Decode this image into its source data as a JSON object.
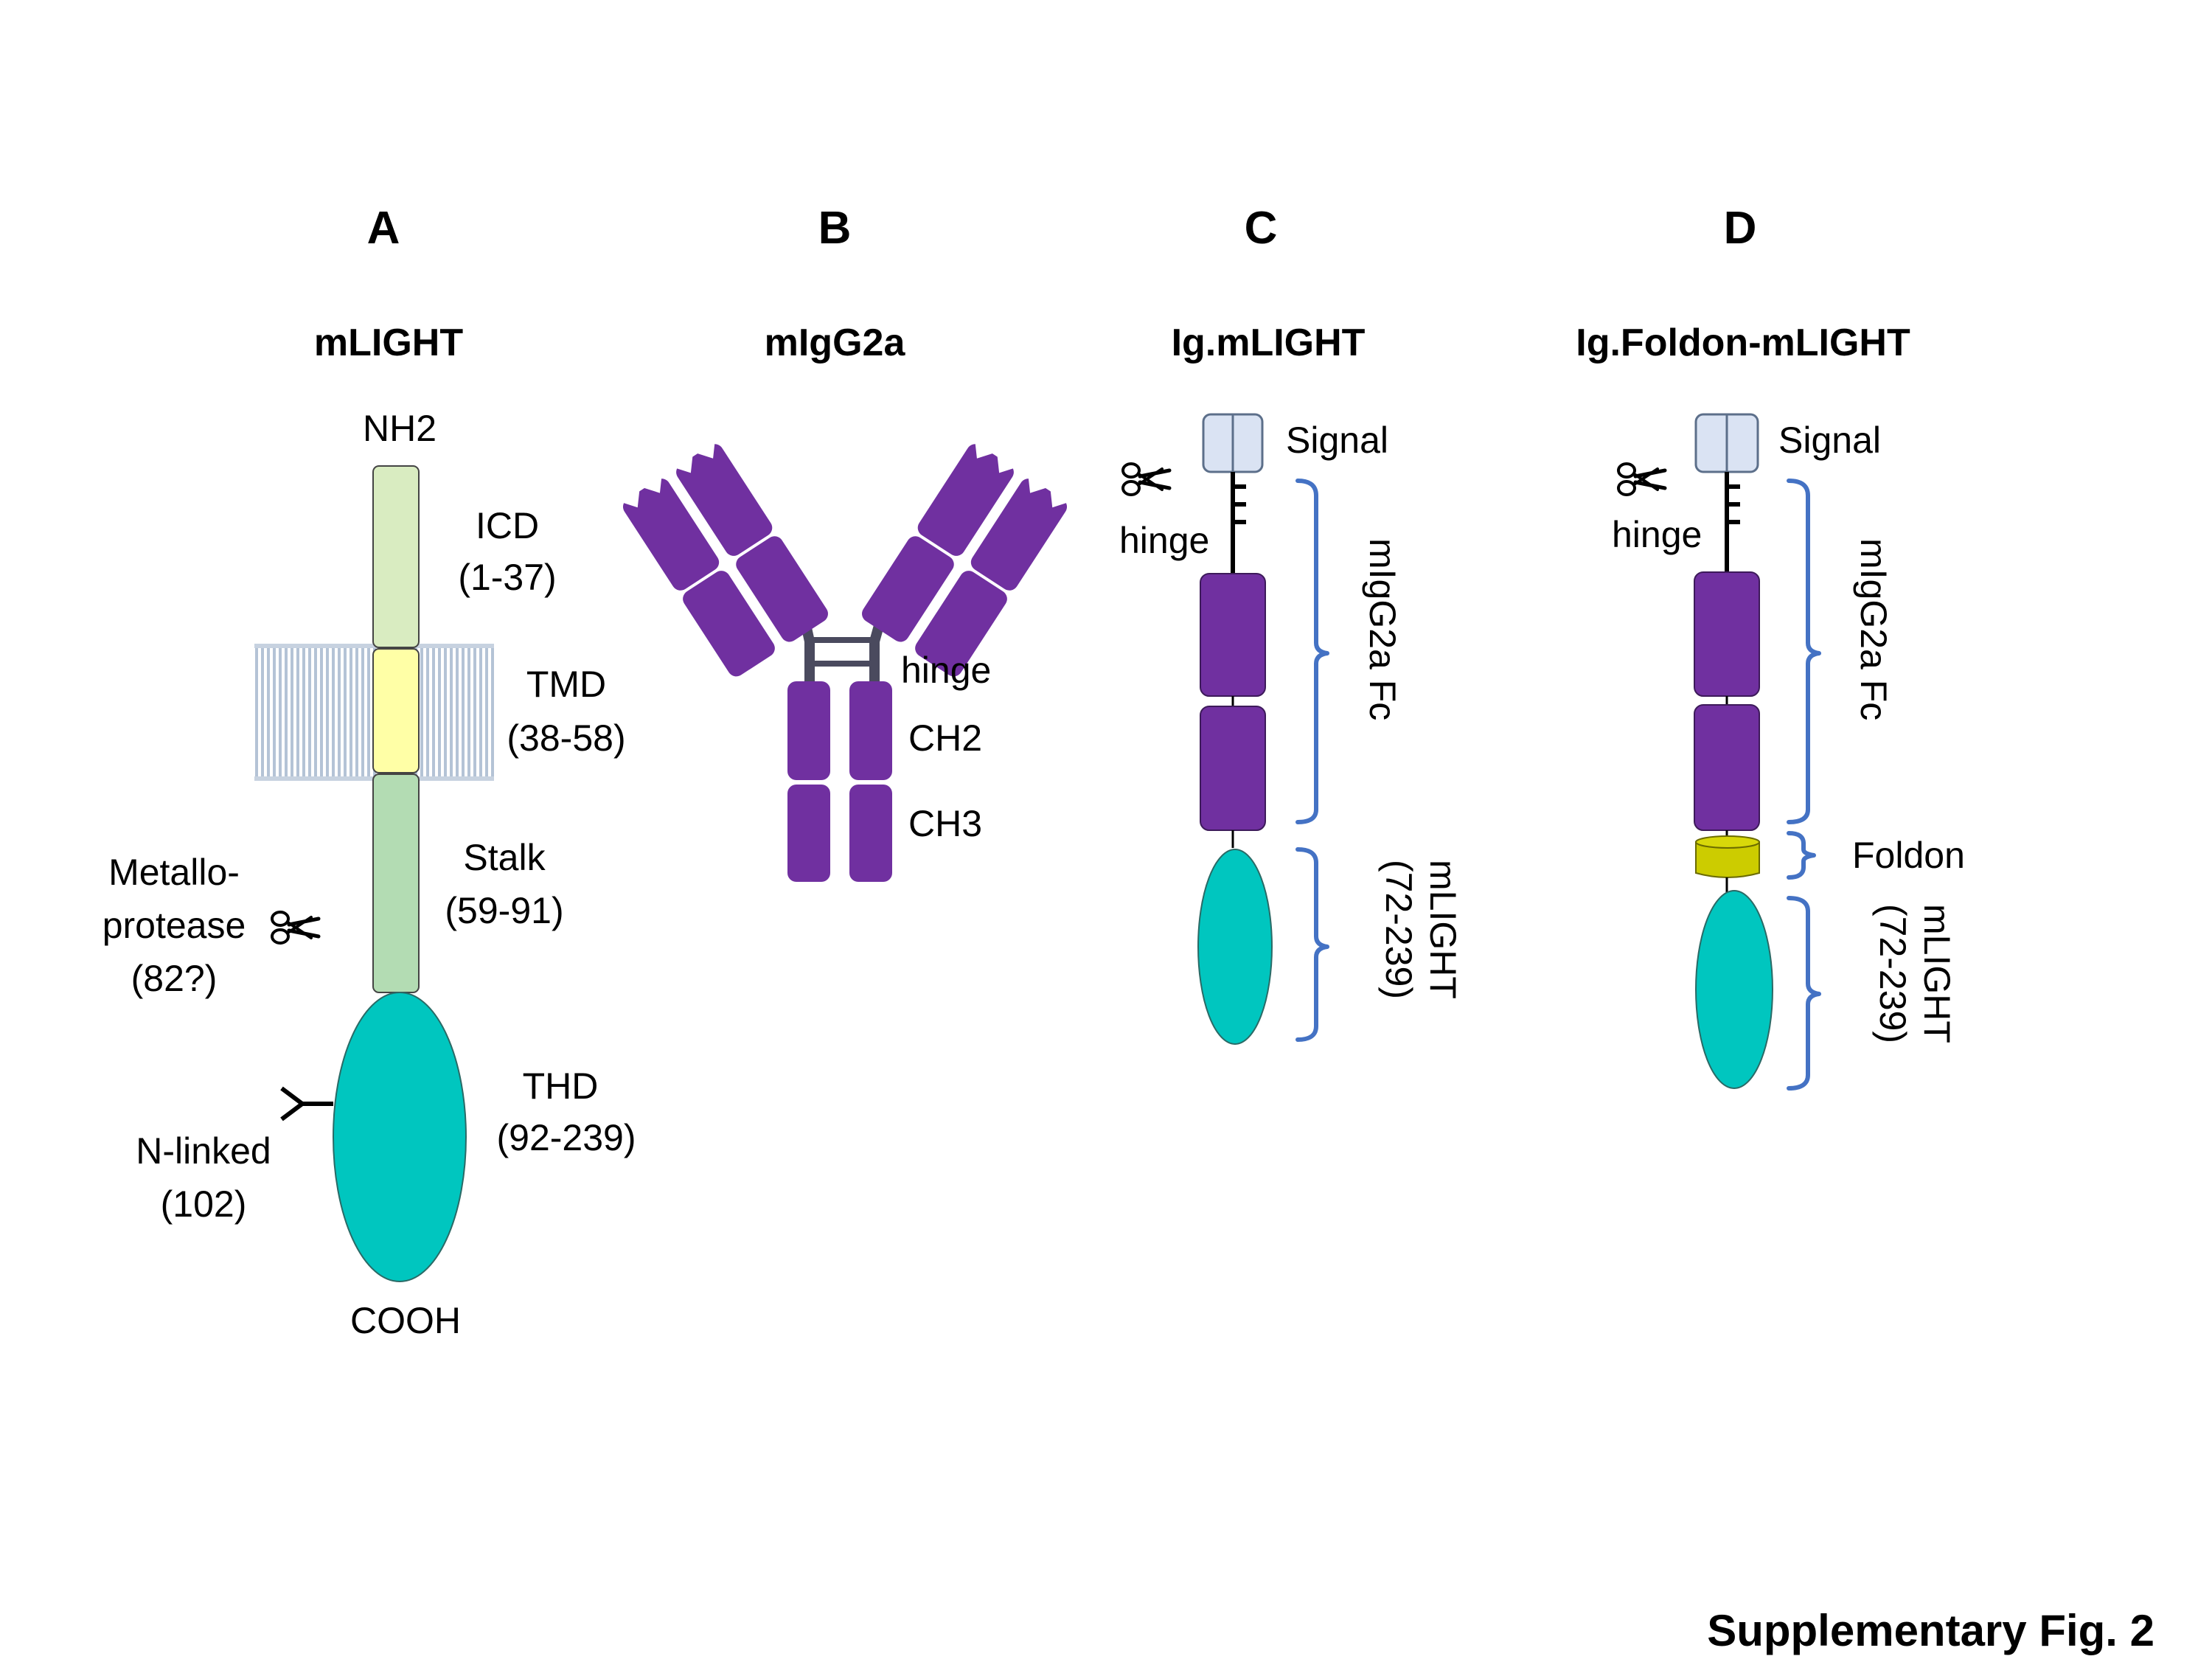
{
  "colors": {
    "icd": "#d9ecc1",
    "tmd": "#ffffa6",
    "stalk": "#b3dcb3",
    "thd": "#00c6bf",
    "igg": "#7030a0",
    "signal": "#dae3f3",
    "foldon": "#cccc00",
    "brace": "#4472c4",
    "membrane": "#b4c3d6",
    "hinge_line": "#4a4a5e"
  },
  "panels": {
    "a": {
      "letter": "A",
      "title": "mLIGHT",
      "nh2": "NH2",
      "icd": "ICD",
      "icd_range": "(1-37)",
      "tmd": "TMD",
      "tmd_range": "(38-58)",
      "stalk": "Stalk",
      "stalk_range": "(59-91)",
      "protease_line1": "Metallo-",
      "protease_line2": "protease",
      "protease_site": "(82?)",
      "thd": "THD",
      "thd_range": "(92-239)",
      "nlinked": "N-linked",
      "nlinked_site": "(102)",
      "cooh": "COOH",
      "icons": [
        "scissors-icon",
        "glycan-icon",
        "membrane-bilayer"
      ]
    },
    "b": {
      "letter": "B",
      "title": "mIgG2a",
      "hinge": "hinge",
      "ch2": "CH2",
      "ch3": "CH3",
      "icons": [
        "antibody-icon"
      ]
    },
    "c": {
      "letter": "C",
      "title": "Ig.mLIGHT",
      "signal": "Signal",
      "hinge": "hinge",
      "fc": "mIgG2a Fc",
      "mlight": "mLIGHT",
      "mlight_range": "(72-239)",
      "icons": [
        "scissors-icon"
      ]
    },
    "d": {
      "letter": "D",
      "title": "Ig.Foldon-mLIGHT",
      "signal": "Signal",
      "hinge": "hinge",
      "fc": "mIgG2a Fc",
      "foldon": "Foldon",
      "mlight": "mLIGHT",
      "mlight_range": "(72-239)",
      "icons": [
        "scissors-icon"
      ]
    }
  },
  "figure_label": "Supplementary Fig. 2"
}
